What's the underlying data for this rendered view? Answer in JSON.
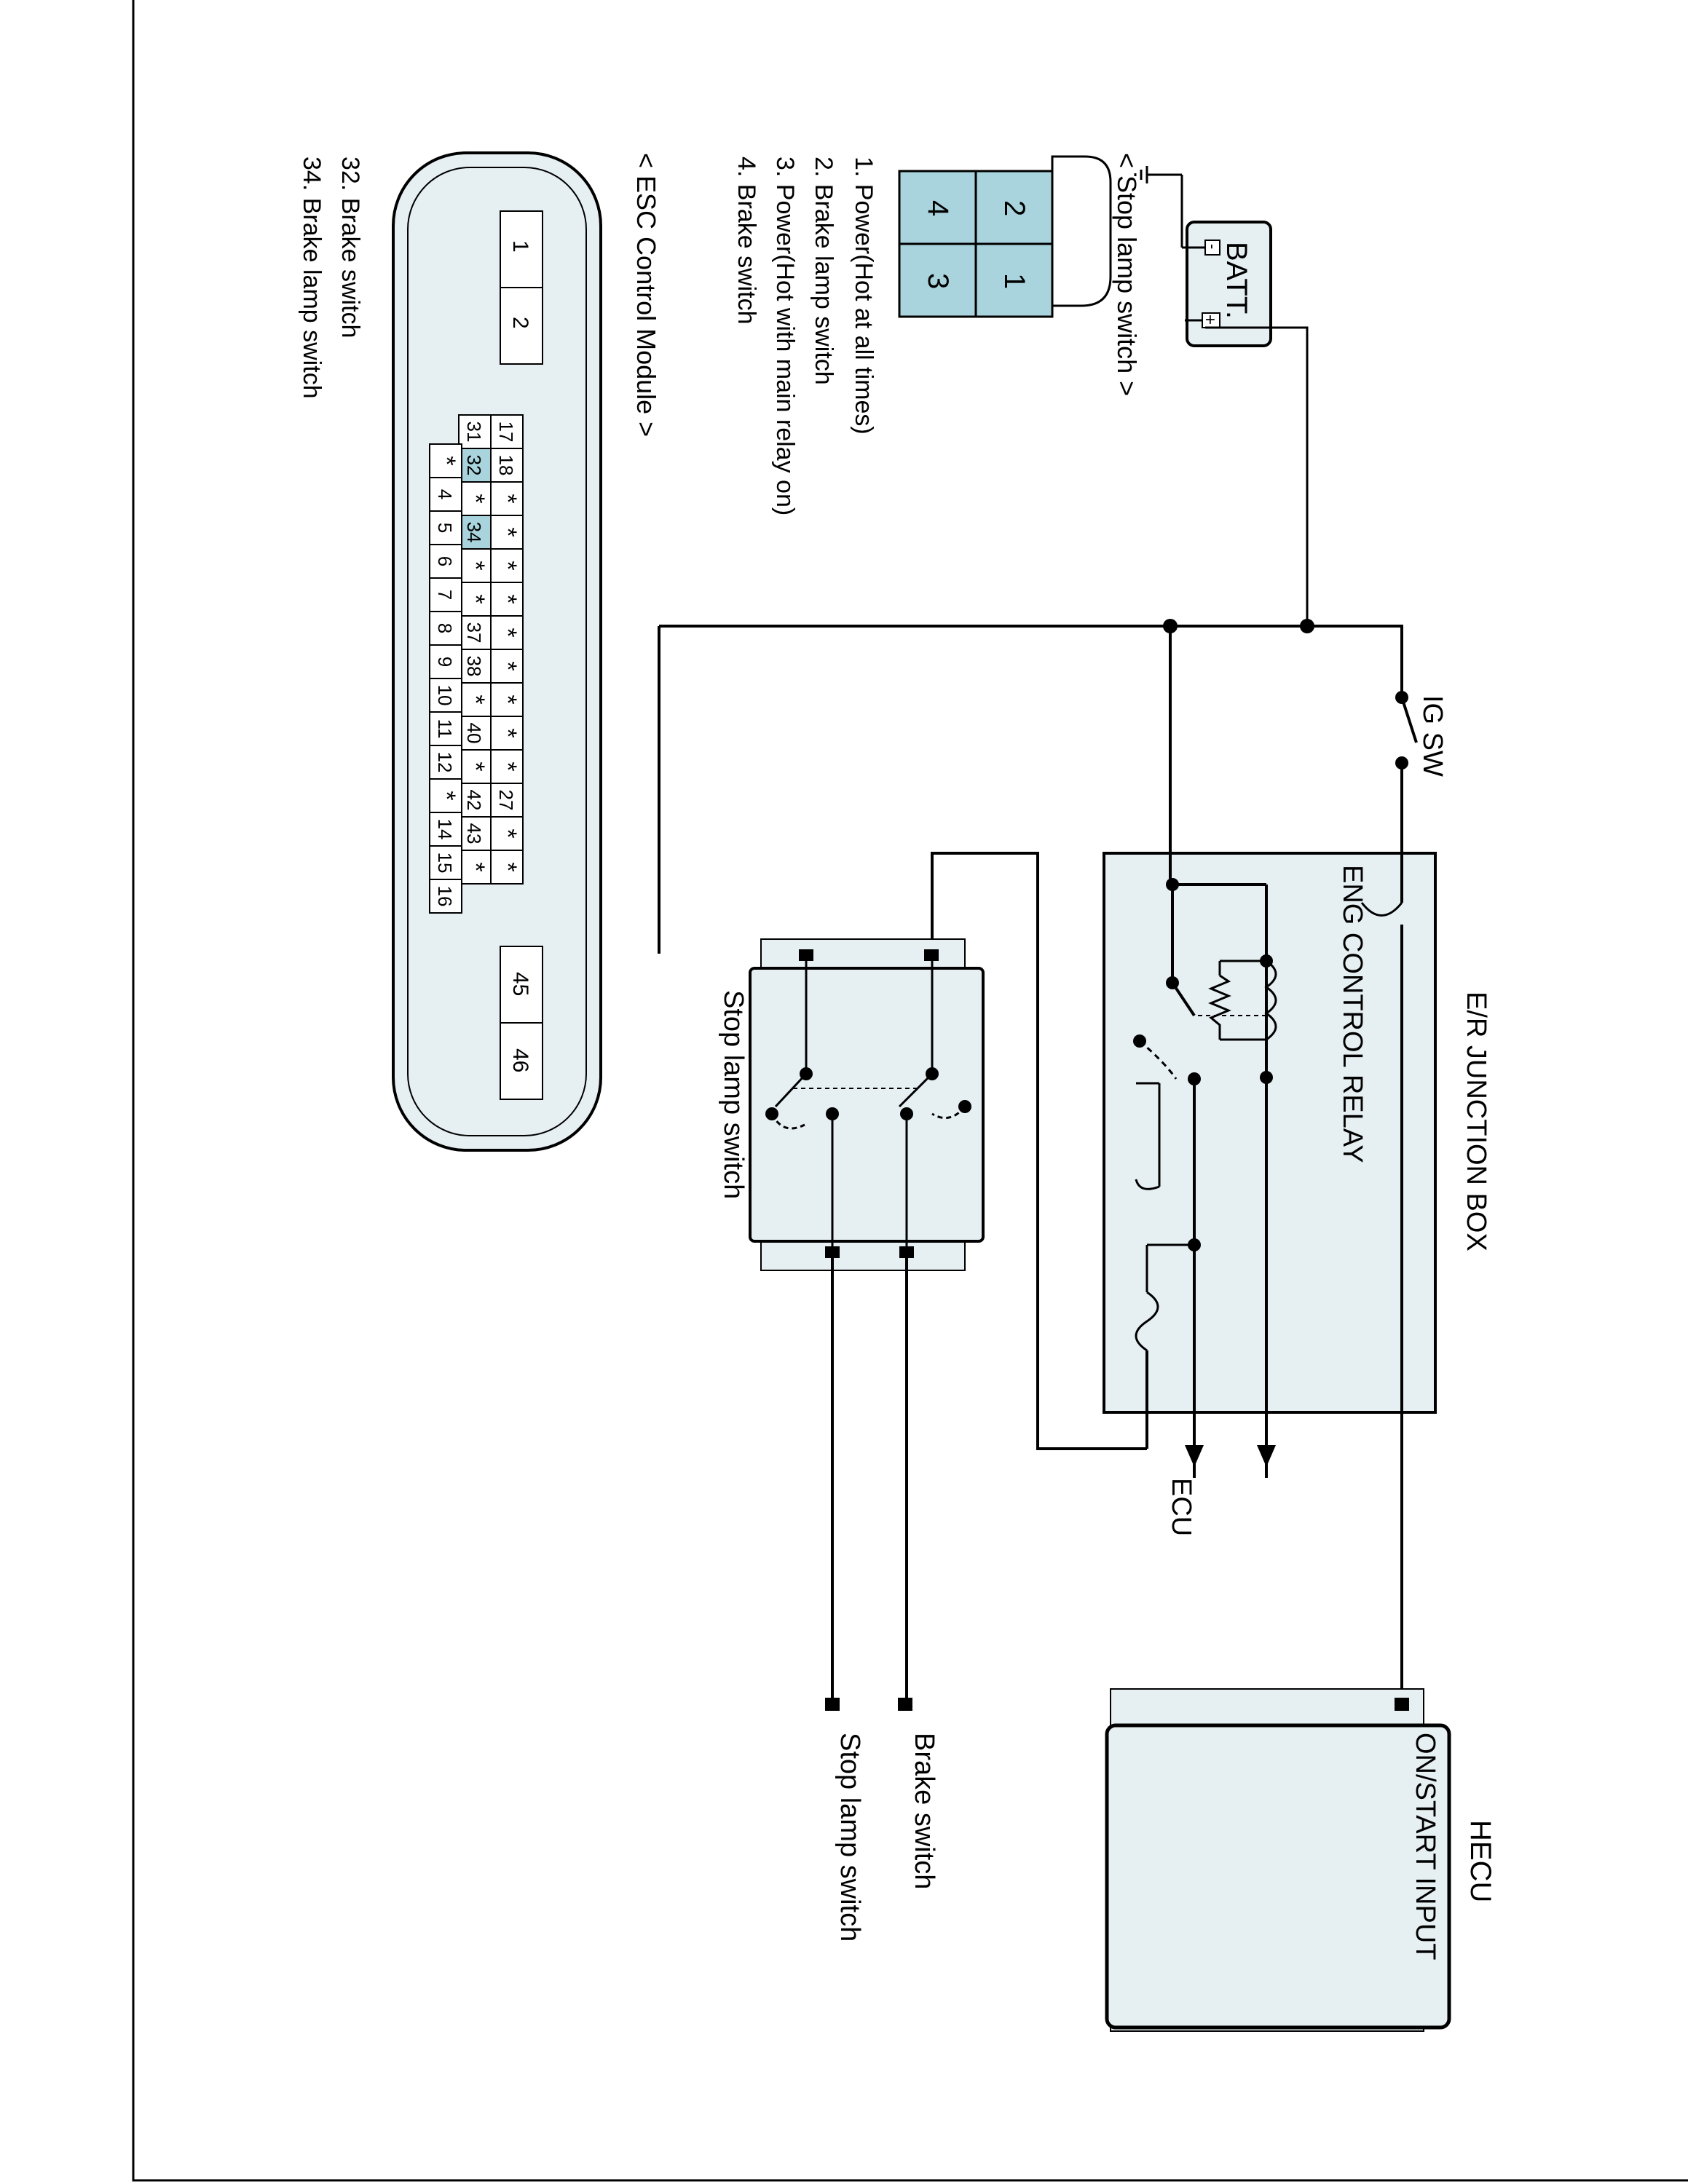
{
  "junction_box": {
    "title": "E/R JUNCTION BOX",
    "relay_label": "ENG  CONTROL RELAY"
  },
  "ignition": {
    "label": "IG SW"
  },
  "battery": {
    "label": "BATT.",
    "neg": "-",
    "pos": "+"
  },
  "ecu": {
    "label": "ECU"
  },
  "stop_lamp_switch": {
    "label": "Stop lamp switch"
  },
  "hecu": {
    "title": "HECU",
    "pin_on_start": "ON/START INPUT",
    "pin_brake": "Brake switch",
    "pin_stop_lamp": "Stop lamp switch"
  },
  "stop_lamp_connector": {
    "title": "< Stop lamp switch >",
    "cells": [
      "2",
      "1",
      "4",
      "3"
    ],
    "pins": [
      "1. Power(Hot at all times)",
      "2. Brake lamp switch",
      "3. Power(Hot with main relay on)",
      "4. Brake switch"
    ]
  },
  "esc_connector": {
    "title": "< ESC Control Module >",
    "power_pins": [
      "1",
      "2"
    ],
    "row1": [
      "31",
      "32",
      "*",
      "34",
      "*",
      "*",
      "37",
      "38",
      "*",
      "40",
      "*",
      "42",
      "43",
      "*"
    ],
    "row2": [
      "17",
      "18",
      "*",
      "*",
      "*",
      "*",
      "*",
      "*",
      "*",
      "*",
      "*",
      "27",
      "*",
      "*"
    ],
    "row3": [
      "*",
      "4",
      "5",
      "6",
      "7",
      "8",
      "9",
      "10",
      "11",
      "12",
      "*",
      "14",
      "15",
      "16"
    ],
    "right_pins": [
      "45",
      "46"
    ],
    "pins": [
      "32. Brake switch",
      "34. Brake lamp switch"
    ]
  },
  "colors": {
    "highlight": "#a9d4dd",
    "box_fill": "#e6eff2",
    "ink": "#000000"
  }
}
